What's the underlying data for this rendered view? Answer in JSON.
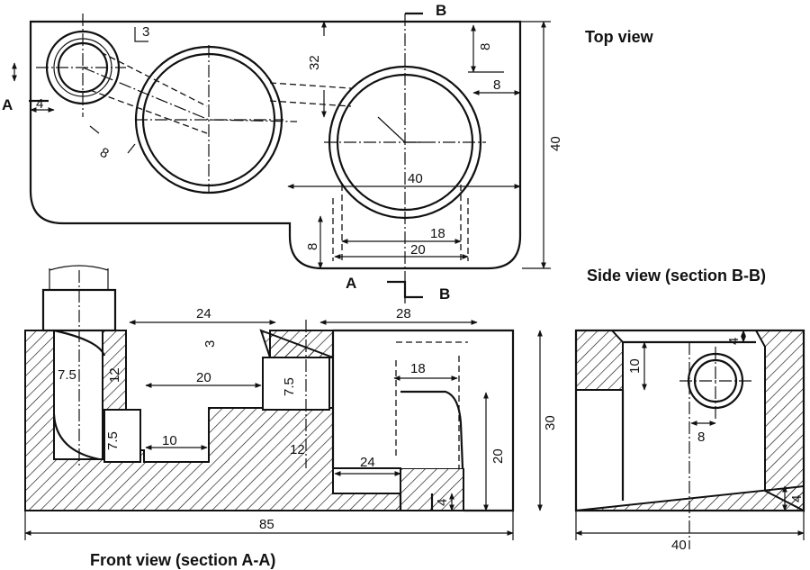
{
  "views": {
    "top": "Top view",
    "side": "Side view (section B-B)",
    "front": "Front view (section A-A)"
  },
  "section_labels": {
    "a_left": "A",
    "a_bottom": "A",
    "b_top": "B",
    "b_bottom": "B"
  },
  "dimensions": {
    "top": [
      "3",
      "32",
      "8",
      "8",
      "4",
      "8",
      "40",
      "40",
      "18",
      "20",
      "8"
    ],
    "front": [
      "24",
      "28",
      "3",
      "7.5",
      "12",
      "20",
      "7.5",
      "18",
      "7.5",
      "10",
      "12",
      "30",
      "20",
      "24",
      "4",
      "85"
    ],
    "side": [
      "4",
      "10",
      "8",
      "4",
      "40"
    ]
  }
}
